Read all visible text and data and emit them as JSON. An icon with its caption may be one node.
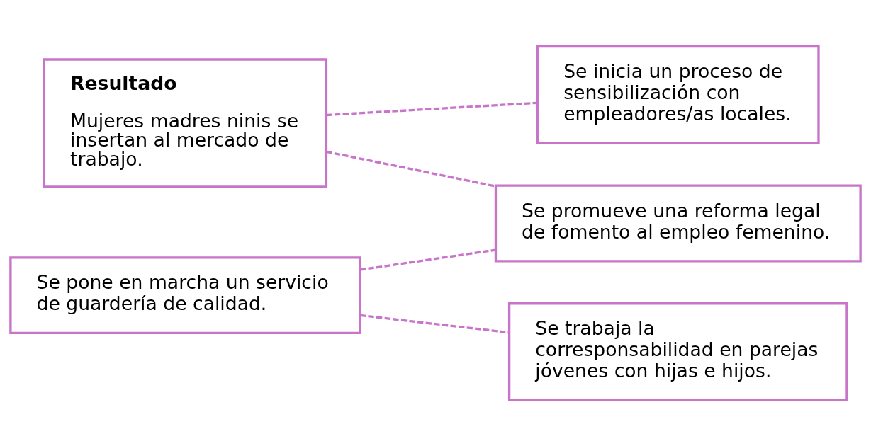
{
  "diagram": {
    "nodes": [
      {
        "text": [
          "Resultado",
          "Mujeres madres ninis se insertan al mercado de trabajo."
        ]
      },
      {
        "text": [
          "Se inicia un proceso de sensibilización con empleadores/as locales."
        ]
      },
      {
        "text": [
          "Se promueve una reforma legal de fomento al empleo femenino."
        ]
      },
      {
        "text": [
          "Se pone en marcha un servicio de guardería de calidad."
        ]
      },
      {
        "text": [
          "Se trabaja la corresponsabilidad en parejas jóvenes con hijas e hijos."
        ]
      }
    ],
    "edges": [
      {
        "from": 0,
        "to": 1,
        "arrow": "none",
        "style": "dashed"
      },
      {
        "from": 0,
        "to": 2,
        "arrow": "none",
        "style": "dashed"
      },
      {
        "from": 3,
        "to": 2,
        "arrow": "none",
        "style": "dashed"
      },
      {
        "from": 3,
        "to": 4,
        "arrow": "none",
        "style": "dashed"
      }
    ]
  }
}
